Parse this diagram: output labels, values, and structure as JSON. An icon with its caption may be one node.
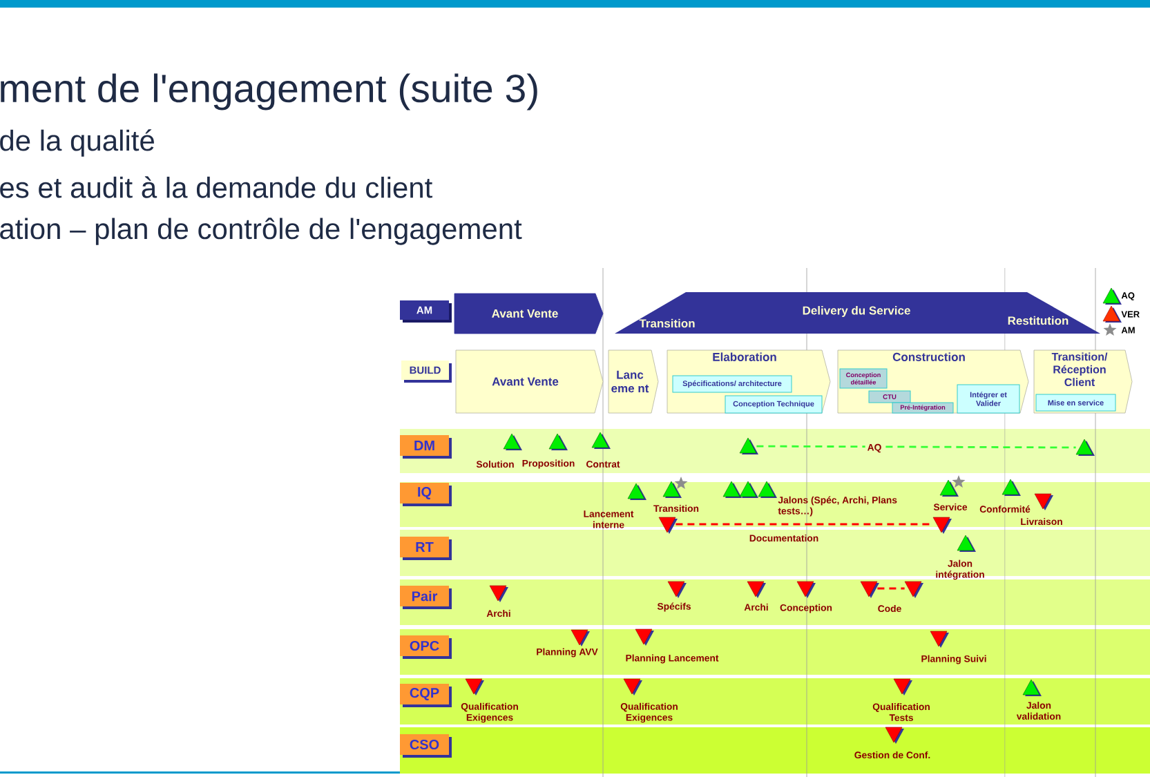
{
  "diagram": {
    "nodes": [
      {
        "text": [
          "AM"
        ]
      },
      {
        "text": [
          "Avant Vente"
        ]
      },
      {
        "text": [
          "Transition",
          "Delivery du Service",
          "Restitution"
        ]
      },
      {
        "text": [
          "BUILD"
        ]
      },
      {
        "text": [
          "Avant Vente"
        ]
      },
      {
        "text": [
          "Lanc eme nt"
        ]
      },
      {
        "text": [
          "Elaboration"
        ]
      },
      {
        "text": [
          "Spécifications/ architecture"
        ],
        "in": 6
      },
      {
        "text": [
          "Conception Technique"
        ],
        "in": 6
      },
      {
        "text": [
          "Construction"
        ]
      },
      {
        "text": [
          "Conception détaillée"
        ],
        "in": 9
      },
      {
        "text": [
          "CTU"
        ],
        "in": 9
      },
      {
        "text": [
          "Pré-Intégration"
        ],
        "in": 9
      },
      {
        "text": [
          "Intégrer et Valider"
        ],
        "in": 9
      },
      {
        "text": [
          "Transition/ Réception Client"
        ]
      },
      {
        "text": [
          "Mise en service"
        ],
        "in": 14
      },
      {
        "text": [
          "DM"
        ]
      },
      {
        "text": [
          "IQ"
        ]
      },
      {
        "text": [
          "RT"
        ]
      },
      {
        "text": [
          "Pair"
        ]
      },
      {
        "text": [
          "OPC"
        ]
      },
      {
        "text": [
          "CQP"
        ]
      },
      {
        "text": [
          "CSO"
        ]
      },
      {
        "text": [],
        "shape": "triangle"
      },
      {
        "text": [],
        "shape": "triangle"
      },
      {
        "text": [],
        "shape": "triangle"
      },
      {
        "text": [],
        "shape": "triangle"
      },
      {
        "text": [],
        "shape": "triangle"
      },
      {
        "text": [],
        "shape": "triangle"
      },
      {
        "text": [],
        "shape": "triangle",
        "beside": [
          "Solution"
        ]
      },
      {
        "text": [],
        "shape": "triangle",
        "beside": [
          "Proposition"
        ]
      },
      {
        "text": [],
        "shape": "triangle",
        "beside": [
          "Contrat"
        ]
      },
      {
        "text": [],
        "shape": "triangle",
        "beside": [
          "Lancement interne"
        ]
      },
      {
        "text": [],
        "shape": "triangle",
        "beside": [
          "Transition"
        ]
      },
      {
        "text": [],
        "shape": "star"
      },
      {
        "text": [],
        "shape": "triangle"
      },
      {
        "text": [],
        "shape": "triangle"
      },
      {
        "text": [],
        "shape": "triangle",
        "beside": [
          "Jalons (Spéc, Archi, Plans tests…)"
        ]
      },
      {
        "text": [],
        "shape": "triangle",
        "beside": [
          "Service"
        ]
      },
      {
        "text": [],
        "shape": "star"
      },
      {
        "text": [],
        "shape": "triangle",
        "beside": [
          "Conformité"
        ]
      },
      {
        "text": [],
        "shape": "triangle",
        "beside": [
          "Livraison"
        ]
      },
      {
        "text": [],
        "shape": "triangle",
        "beside": [
          "Jalon intégration"
        ]
      },
      {
        "text": [],
        "shape": "triangle",
        "beside": [
          "Archi"
        ]
      },
      {
        "text": [],
        "shape": "triangle",
        "beside": [
          "Spécifs"
        ]
      },
      {
        "text": [],
        "shape": "triangle",
        "beside": [
          "Archi"
        ]
      },
      {
        "text": [],
        "shape": "triangle",
        "beside": [
          "Conception"
        ]
      },
      {
        "text": [],
        "shape": "triangle",
        "beside": [
          "Planning AVV"
        ]
      },
      {
        "text": [],
        "shape": "triangle",
        "beside": [
          "Planning Lancement"
        ]
      },
      {
        "text": [],
        "shape": "triangle",
        "beside": [
          "Planning Suivi"
        ]
      },
      {
        "text": [],
        "shape": "triangle",
        "beside": [
          "Qualification Exigences"
        ]
      },
      {
        "text": [],
        "shape": "triangle",
        "beside": [
          "Qualification Exigences"
        ]
      },
      {
        "text": [],
        "shape": "triangle",
        "beside": [
          "Qualification Tests"
        ]
      },
      {
        "text": [],
        "shape": "triangle",
        "beside": [
          "Jalon validation"
        ]
      },
      {
        "text": [],
        "shape": "triangle",
        "beside": [
          "Gestion de Conf."
        ]
      }
    ],
    "edges": [
      {
        "from": 23,
        "to": 24,
        "arrow": "none",
        "label": "AQ",
        "style": "dashed",
        "color": "#33ff33"
      },
      {
        "from": 25,
        "to": 26,
        "arrow": "none",
        "label": "Documentation",
        "style": "dashed",
        "color": "#ff0000"
      },
      {
        "from": 27,
        "to": 28,
        "arrow": "none",
        "label": "Code",
        "style": "dashed",
        "color": "#ff0000"
      }
    ],
    "labels": [
      "ment de l'engagement (suite 3)",
      "de la qualité",
      "es et audit à la demande du client",
      "ation – plan de contrôle de l'engagement"
    ],
    "legend": [
      {
        "text": "AQ"
      },
      {
        "text": "VER"
      },
      {
        "text": "AM"
      }
    ]
  }
}
